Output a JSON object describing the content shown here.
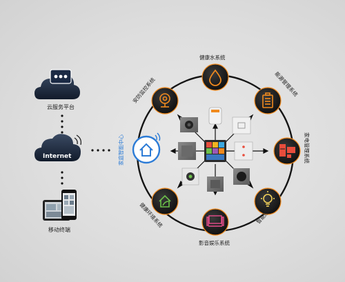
{
  "left": {
    "cloud_platform_label": "云服务平台",
    "internet_label": "Internet",
    "mobile_label": "移动终端"
  },
  "center": {
    "home_gateway_label": "家庭智能中心"
  },
  "systems": {
    "water": "健康水系统",
    "energy": "能源管理系统",
    "appliance": "家电管理系统",
    "lighting": "智能照明系统",
    "entertainment": "影音娱乐系统",
    "environment": "健康环境系统",
    "security": "安防监控系统"
  },
  "colors": {
    "orange": "#f08a1e",
    "ring": "#151515",
    "node_dark": "#1b1b1b",
    "link_blue": "#2b7bd6"
  },
  "icons": {
    "water": "water-drop-icon",
    "energy": "battery-icon",
    "appliance": "appliance-icon",
    "lighting": "bulb-icon",
    "entertainment": "media-center-icon",
    "environment": "leaf-home-icon",
    "security": "camera-icon"
  }
}
